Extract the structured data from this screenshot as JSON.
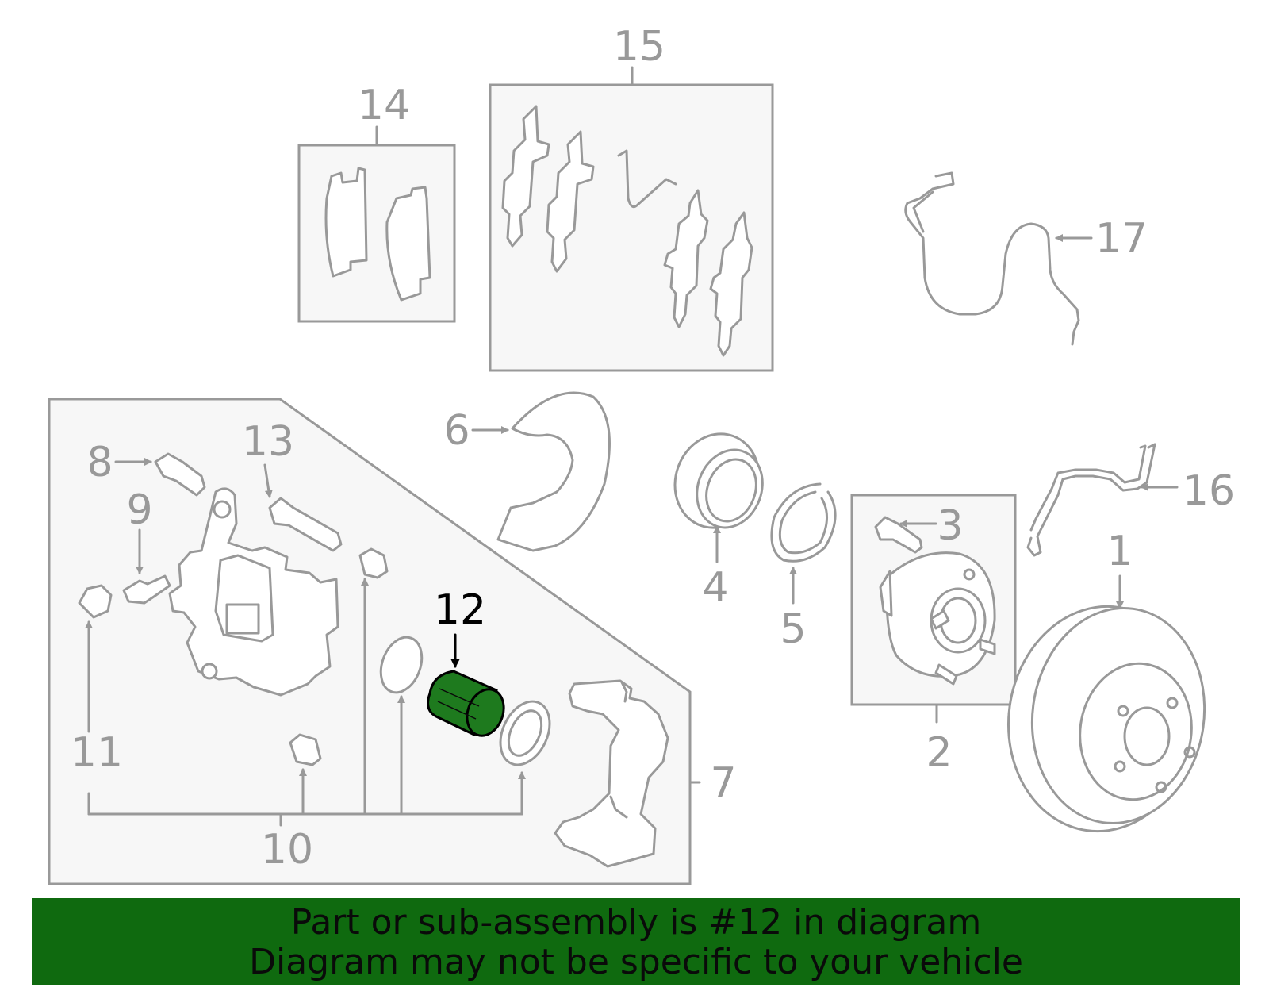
{
  "diagram": {
    "highlight_color": "#1e7a1e",
    "labels": {
      "p1": "1",
      "p2": "2",
      "p3": "3",
      "p4": "4",
      "p5": "5",
      "p6": "6",
      "p7": "7",
      "p8": "8",
      "p9": "9",
      "p10": "10",
      "p11": "11",
      "p12": "12",
      "p13": "13",
      "p14": "14",
      "p15": "15",
      "p16": "16",
      "p17": "17"
    }
  },
  "banner": {
    "line1": "Part or sub-assembly is #12 in diagram",
    "line2": "Diagram may not be specific to your vehicle",
    "background": "#0f6a0f"
  }
}
